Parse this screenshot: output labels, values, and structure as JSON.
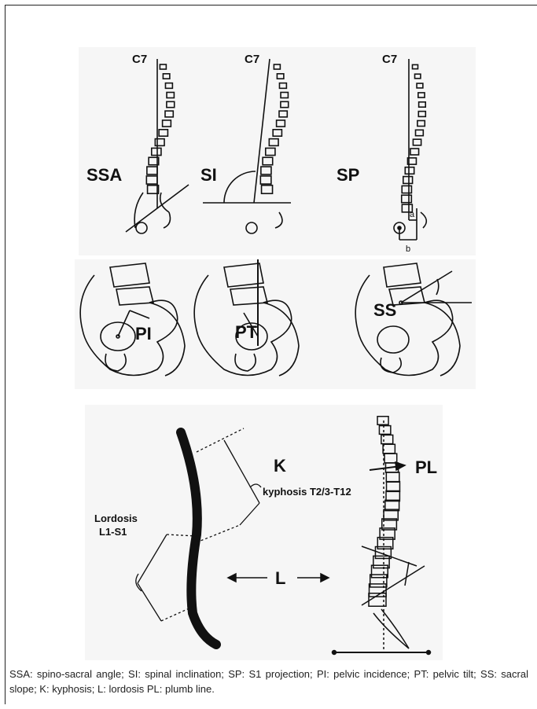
{
  "top_row": {
    "panels": [
      {
        "c7_label": "C7",
        "name": "SSA"
      },
      {
        "c7_label": "C7",
        "name": "SI"
      },
      {
        "c7_label": "C7",
        "name": "SP",
        "dim_a": "a",
        "dim_b": "b"
      }
    ]
  },
  "middle_row": {
    "panels": [
      {
        "name": "PI"
      },
      {
        "name": "PT"
      },
      {
        "name": "SS"
      }
    ]
  },
  "bottom_row": {
    "k_label": "K",
    "k_desc": "kyphosis T2/3-T12",
    "lordosis_line1": "Lordosis",
    "lordosis_line2": "L1-S1",
    "l_label": "L",
    "pl_label": "PL"
  },
  "caption": "SSA: spino-sacral angle; SI: spinal inclination; SP: S1 projection; PI: pelvic incidence; PT: pelvic tilt; SS: sacral slope; K: kyphosis; L: lordosis PL: plumb line."
}
